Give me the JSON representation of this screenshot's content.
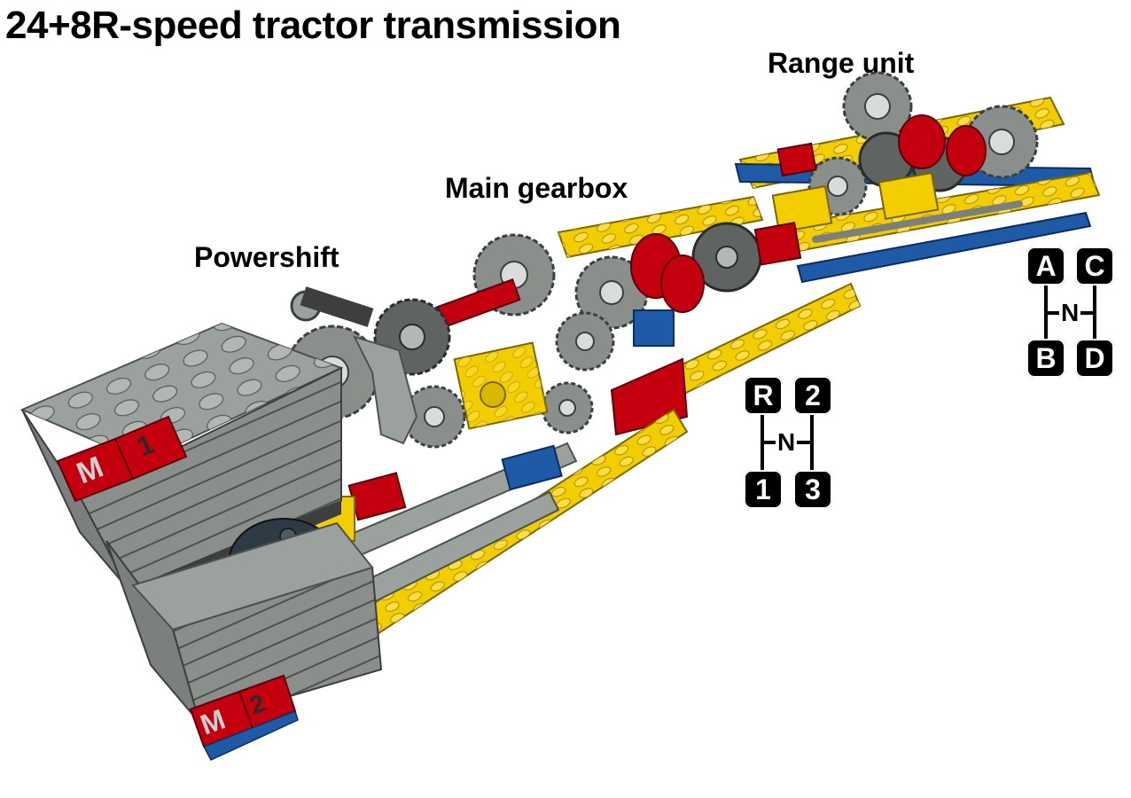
{
  "title": "24+8R-speed tractor transmission",
  "labels": {
    "powershift": "Powershift",
    "main_gearbox": "Main gearbox",
    "range_unit": "Range unit"
  },
  "motors": {
    "m1": {
      "letter": "M",
      "number": "1"
    },
    "m2": {
      "letter": "M",
      "number": "2"
    }
  },
  "main_shift_pattern": {
    "top_left": "R",
    "top_right": "2",
    "neutral": "N",
    "bottom_left": "1",
    "bottom_right": "3"
  },
  "range_shift_pattern": {
    "top_left": "A",
    "top_right": "C",
    "neutral": "N",
    "bottom_left": "B",
    "bottom_right": "D"
  },
  "colors": {
    "lego_yellow": "#f2cd00",
    "lego_red": "#c4000f",
    "lego_blue": "#1e5aa8",
    "lego_gray": "#9ba19d",
    "lego_dark_gray": "#6b6e6c",
    "motor_gray": "#8a8f8b"
  }
}
